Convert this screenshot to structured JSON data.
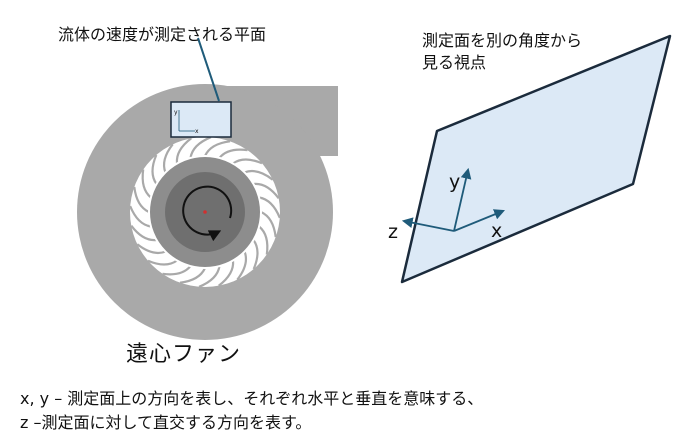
{
  "labels": {
    "measurement_plane": "流体の速度が測定される平面",
    "view_line1": "測定面を別の角度から",
    "view_line2": "見る視点",
    "fan": "遠心ファン"
  },
  "axes": {
    "y": "y",
    "x": "x",
    "z": "z"
  },
  "caption": {
    "line1": "x, y – 測定面上の方向を表し、それぞれ水平と垂直を意味する、",
    "line2": "z –測定面に対して直交する方向を表す。"
  },
  "colors": {
    "housing": "#a9a9a9",
    "impeller_rim": "#ffffff",
    "hub_outer": "#8d8d8d",
    "hub_inner": "#6f6f6f",
    "plane_fill": "#dce9f6",
    "plane_stroke": "#1b2b3c",
    "axis": "#1f5b7a",
    "leader": "#1f5b7a",
    "center_dot": "#d03030"
  }
}
